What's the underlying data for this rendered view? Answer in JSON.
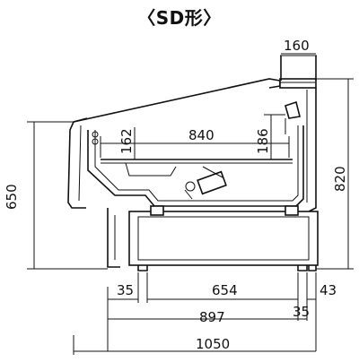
{
  "title": "〈SD形〉",
  "dimensions": {
    "top_width": "160",
    "shelf_depth": "840",
    "left_shelf_height": "162",
    "right_shelf_height": "186",
    "overall_left_height": "650",
    "overall_right_height": "820",
    "bottom_left_offset": "35",
    "bottom_inner": "654",
    "bottom_right_offset_a": "43",
    "bottom_right_offset_b": "35",
    "base_width": "897",
    "overall_width": "1050"
  },
  "colors": {
    "line": "#111111",
    "background": "#ffffff"
  }
}
